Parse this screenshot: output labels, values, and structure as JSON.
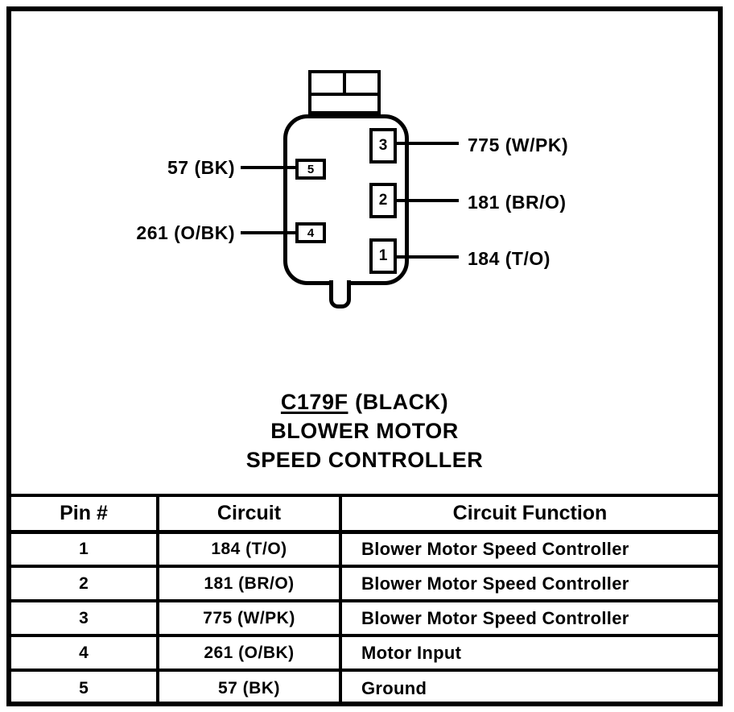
{
  "title": {
    "connector_id": "C179F",
    "connector_color": "(BLACK)",
    "line2": "BLOWER MOTOR",
    "line3": "SPEED CONTROLLER"
  },
  "diagram": {
    "pins_left": [
      {
        "pin": "5",
        "label": "57 (BK)"
      },
      {
        "pin": "4",
        "label": "261 (O/BK)"
      }
    ],
    "pins_right": [
      {
        "pin": "3",
        "label": "775 (W/PK)"
      },
      {
        "pin": "2",
        "label": "181 (BR/O)"
      },
      {
        "pin": "1",
        "label": "184 (T/O)"
      }
    ]
  },
  "table": {
    "headers": [
      "Pin #",
      "Circuit",
      "Circuit Function"
    ],
    "rows": [
      [
        "1",
        "184 (T/O)",
        "Blower Motor Speed Controller"
      ],
      [
        "2",
        "181 (BR/O)",
        "Blower Motor Speed Controller"
      ],
      [
        "3",
        "775 (W/PK)",
        "Blower Motor Speed Controller"
      ],
      [
        "4",
        "261 (O/BK)",
        "Motor Input"
      ],
      [
        "5",
        "57 (BK)",
        "Ground"
      ]
    ]
  },
  "colors": {
    "ink": "#000000",
    "paper": "#ffffff"
  }
}
